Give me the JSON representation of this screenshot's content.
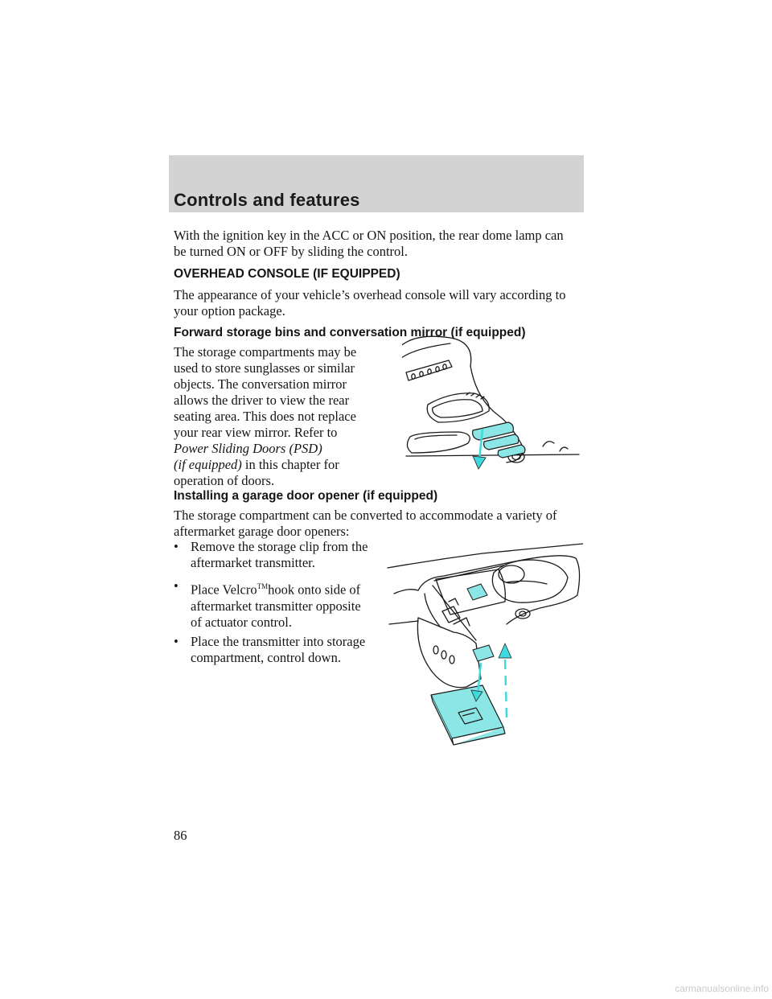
{
  "header": {
    "title": "Controls and features"
  },
  "intro_paragraph": {
    "lines": [
      "With the ignition key in the ACC or ON position, the rear dome lamp can",
      "be turned ON or OFF by sliding the control."
    ]
  },
  "overhead_console": {
    "heading": "OVERHEAD CONSOLE (IF EQUIPPED)",
    "lines": [
      "The appearance of your vehicle’s overhead console will vary according to",
      "your option package."
    ]
  },
  "forward_bins": {
    "heading": "Forward storage bins and conversation mirror (if equipped)",
    "lines": [
      "The storage compartments may be",
      "used to store sunglasses or similar",
      "objects. The conversation mirror",
      "allows the driver to view the rear",
      "seating area. This does not replace",
      "your rear view mirror. Refer to"
    ],
    "ref_italic_1": "Power Sliding Doors (PSD)",
    "ref_italic_2": "(if equipped)",
    "ref_suffix": " in this chapter for",
    "last_line": "operation of doors."
  },
  "garage": {
    "heading": "Installing a garage door opener (if equipped)",
    "lines": [
      "The storage compartment can be converted to accommodate a variety of",
      "aftermarket garage door openers:"
    ],
    "bullets": [
      {
        "line1": "Remove the storage clip from the",
        "line2": "aftermarket transmitter.",
        "line3": ""
      },
      {
        "line1_pre": "Place Velcro",
        "tm": "TM",
        "line1_post": "hook onto side of",
        "line2": "aftermarket transmitter opposite",
        "line3": "of actuator control."
      },
      {
        "line1": "Place the transmitter into storage",
        "line2": "compartment, control down.",
        "line3": ""
      }
    ],
    "bullet_glyph": "•"
  },
  "page_number": "86",
  "watermark": "carmanualsonline.info",
  "colors": {
    "header_band": "#d3d3d3",
    "accent_cyan": "#8de6e6",
    "arrow_cyan": "#3fd8de"
  }
}
